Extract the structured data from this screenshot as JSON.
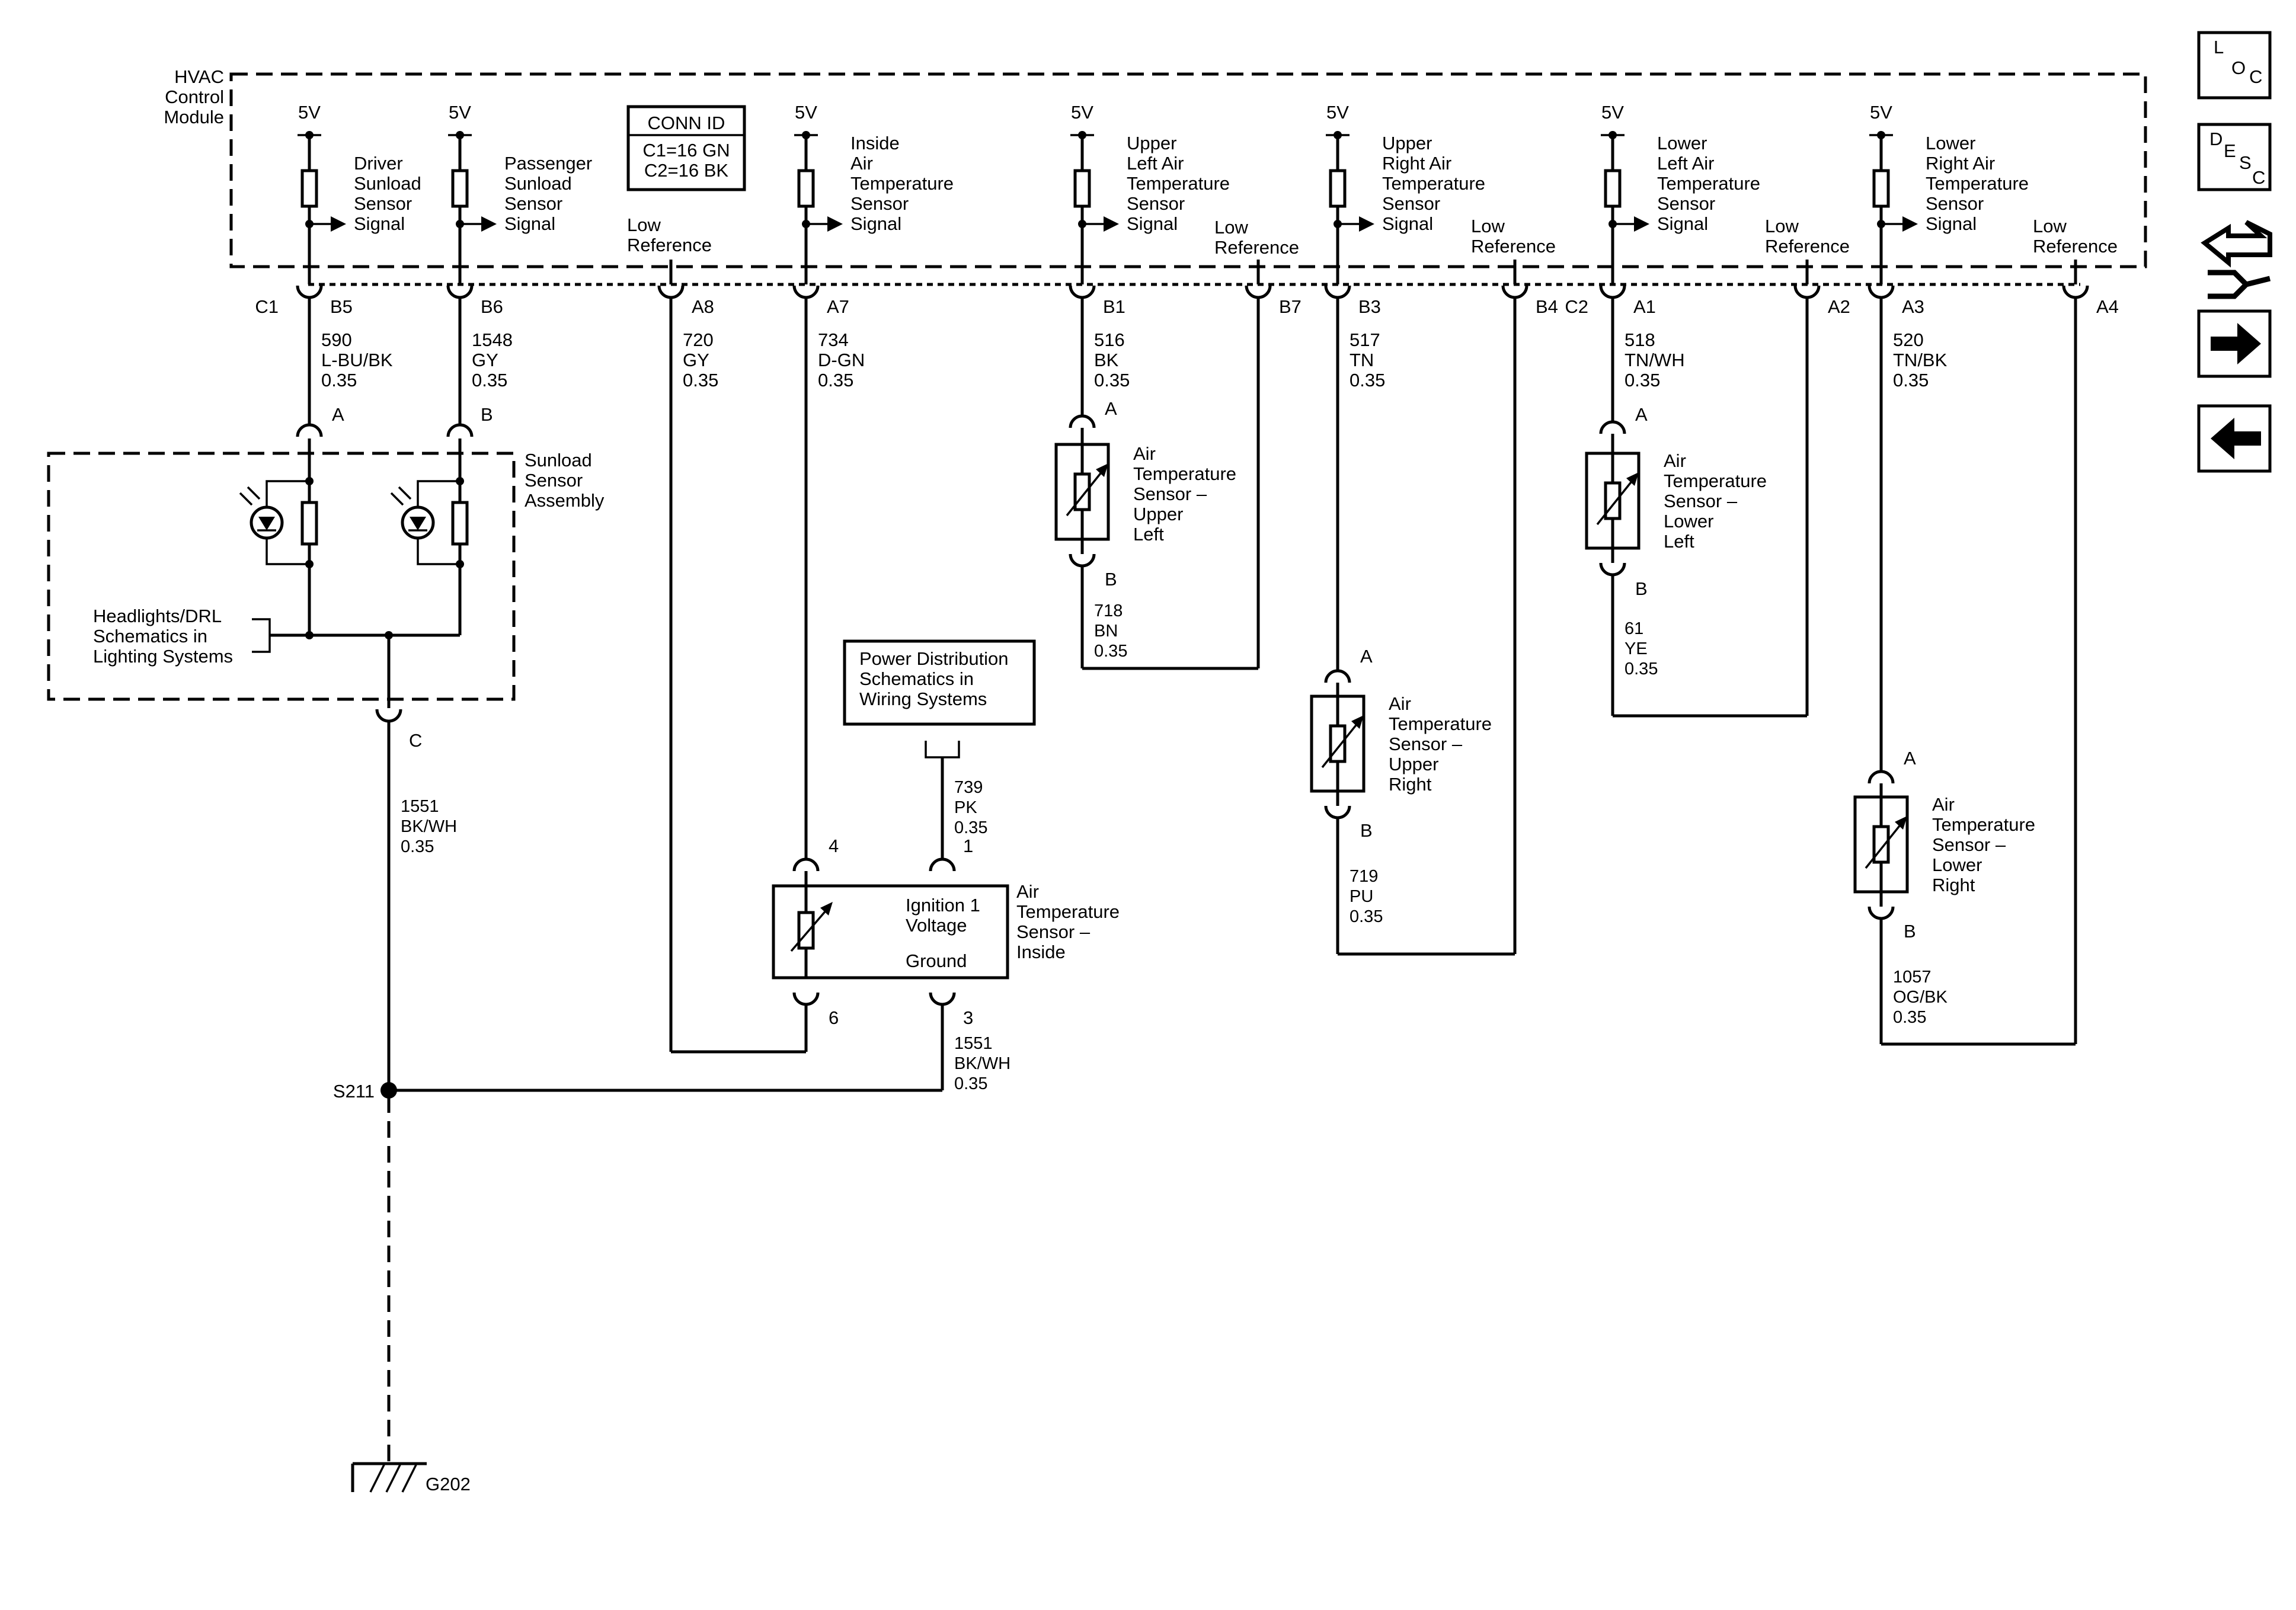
{
  "module": {
    "name": [
      "HVAC",
      "Control",
      "Module"
    ],
    "conn_id": {
      "title": "CONN ID",
      "lines": [
        "C1=16 GN",
        "C2=16 BK"
      ]
    },
    "voltage": "5V",
    "low_reference": [
      "Low",
      "Reference"
    ],
    "connectors": [
      "C1",
      "C2"
    ]
  },
  "signals": [
    {
      "lines": [
        "Driver",
        "Sunload",
        "Sensor",
        "Signal"
      ]
    },
    {
      "lines": [
        "Passenger",
        "Sunload",
        "Sensor",
        "Signal"
      ]
    },
    {
      "lines": [
        "Inside",
        "Air",
        "Temperature",
        "Sensor",
        "Signal"
      ]
    },
    {
      "lines": [
        "Upper",
        "Left Air",
        "Temperature",
        "Sensor",
        "Signal"
      ]
    },
    {
      "lines": [
        "Upper",
        "Right Air",
        "Temperature",
        "Sensor",
        "Signal"
      ]
    },
    {
      "lines": [
        "Lower",
        "Left Air",
        "Temperature",
        "Sensor",
        "Signal"
      ]
    },
    {
      "lines": [
        "Lower",
        "Right Air",
        "Temperature",
        "Sensor",
        "Signal"
      ]
    }
  ],
  "pins": [
    "B5",
    "B6",
    "A8",
    "A7",
    "B1",
    "B7",
    "B3",
    "B4",
    "A1",
    "A2",
    "A3",
    "A4"
  ],
  "wires": [
    {
      "circuit": "590",
      "color": "L-BU/BK",
      "gauge": "0.35"
    },
    {
      "circuit": "1548",
      "color": "GY",
      "gauge": "0.35"
    },
    {
      "circuit": "720",
      "color": "GY",
      "gauge": "0.35"
    },
    {
      "circuit": "734",
      "color": "D-GN",
      "gauge": "0.35"
    },
    {
      "circuit": "516",
      "color": "BK",
      "gauge": "0.35"
    },
    {
      "circuit": "517",
      "color": "TN",
      "gauge": "0.35"
    },
    {
      "circuit": "518",
      "color": "TN/WH",
      "gauge": "0.35"
    },
    {
      "circuit": "520",
      "color": "TN/BK",
      "gauge": "0.35"
    },
    {
      "circuit": "718",
      "color": "BN",
      "gauge": "0.35"
    },
    {
      "circuit": "719",
      "color": "PU",
      "gauge": "0.35"
    },
    {
      "circuit": "61",
      "color": "YE",
      "gauge": "0.35"
    },
    {
      "circuit": "1057",
      "color": "OG/BK",
      "gauge": "0.35"
    },
    {
      "circuit": "1551",
      "color": "BK/WH",
      "gauge": "0.35"
    },
    {
      "circuit": "1551",
      "color": "BK/WH",
      "gauge": "0.35"
    },
    {
      "circuit": "739",
      "color": "PK",
      "gauge": "0.35"
    }
  ],
  "sunload": {
    "label": [
      "Sunload",
      "Sensor",
      "Assembly"
    ],
    "terminals": [
      "A",
      "B",
      "C"
    ]
  },
  "headlights_ref": [
    "Headlights/DRL",
    "Schematics in",
    "Lighting Systems"
  ],
  "power_dist": [
    "Power Distribution",
    "Schematics in",
    "Wiring Systems"
  ],
  "inside_sensor": {
    "label": [
      "Air",
      "Temperature",
      "Sensor –",
      "Inside"
    ],
    "ignition": [
      "Ignition 1",
      "Voltage"
    ],
    "ground": "Ground",
    "pins": [
      "4",
      "1",
      "6",
      "3"
    ]
  },
  "sensors": [
    {
      "label": [
        "Air",
        "Temperature",
        "Sensor –",
        "Upper",
        "Left"
      ],
      "pin_a": "A",
      "pin_b": "B"
    },
    {
      "label": [
        "Air",
        "Temperature",
        "Sensor –",
        "Upper",
        "Right"
      ],
      "pin_a": "A",
      "pin_b": "B"
    },
    {
      "label": [
        "Air",
        "Temperature",
        "Sensor –",
        "Lower",
        "Left"
      ],
      "pin_a": "A",
      "pin_b": "B"
    },
    {
      "label": [
        "Air",
        "Temperature",
        "Sensor –",
        "Lower",
        "Right"
      ],
      "pin_a": "A",
      "pin_b": "B"
    }
  ],
  "splice": "S211",
  "ground": "G202",
  "nav": {
    "loc": [
      "L",
      "O",
      "C"
    ],
    "desc": [
      "D",
      "E",
      "S",
      "C"
    ],
    "icons": [
      "loc-icon",
      "desc-icon",
      "connector-repair-icon",
      "arrow-right-icon",
      "arrow-left-icon"
    ]
  }
}
